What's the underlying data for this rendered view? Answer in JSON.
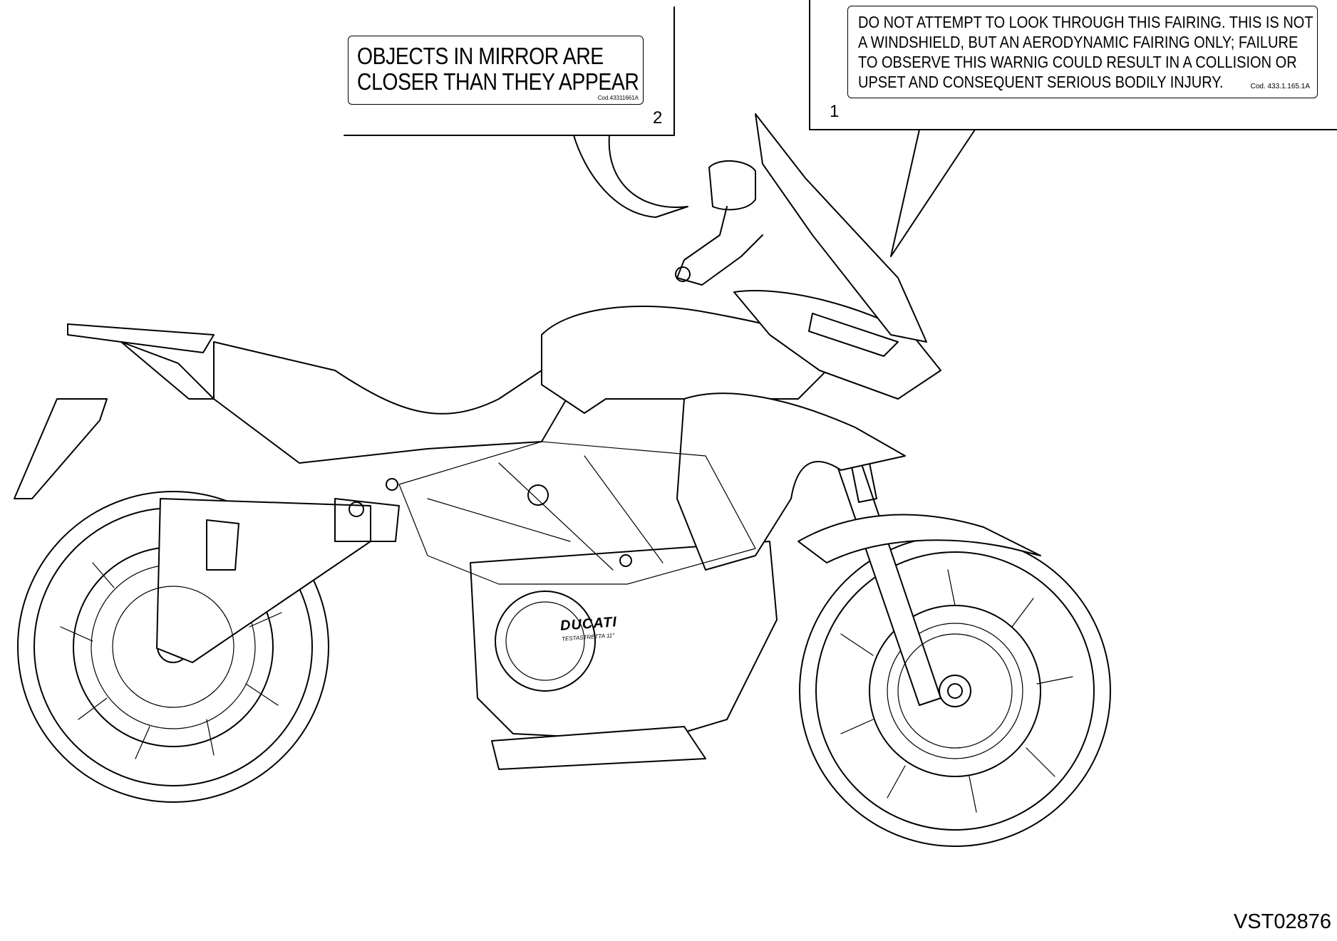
{
  "labels": {
    "mirror": {
      "line1": "OBJECTS IN MIRROR ARE",
      "line2": "CLOSER THAN THEY APPEAR",
      "code": "Cod.43311661A",
      "callout": "2"
    },
    "fairing": {
      "line1": "DO NOT ATTEMPT TO LOOK THROUGH THIS FAIRING. THIS IS NOT",
      "line2": "A WINDSHIELD, BUT AN AERODYNAMIC FAIRING ONLY; FAILURE",
      "line3": "TO OBSERVE THIS WARNIG COULD RESULT IN A COLLISION OR",
      "line4": "UPSET AND CONSEQUENT SERIOUS BODILY INJURY.",
      "code": "Cod. 433.1.165.1A",
      "callout": "1"
    }
  },
  "engine_cover_text": {
    "brand": "DUCATI",
    "model": "TESTASTRETTA 11°"
  },
  "drawing_ref": "VST02876"
}
